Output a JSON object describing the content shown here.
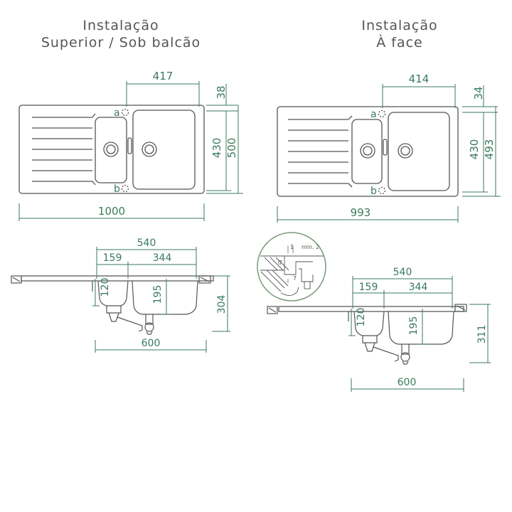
{
  "headings": {
    "left": [
      "Instalação",
      "Superior / Sob balcão"
    ],
    "right": [
      "Instalação",
      "À face"
    ]
  },
  "colors": {
    "dimension": "#3a7a5c",
    "outline": "#555555",
    "callout_border": "#7a9a7a"
  },
  "left_plan": {
    "width": "1000",
    "bowl_width": "417",
    "top_offset": "38",
    "bowl_depth": "430",
    "depth": "500",
    "tap_hole_a": "a",
    "tap_hole_b": "b"
  },
  "right_plan": {
    "width": "993",
    "bowl_width": "414",
    "top_offset": "34",
    "bowl_depth": "430",
    "depth": "493",
    "tap_hole_a": "a",
    "tap_hole_b": "b"
  },
  "left_section": {
    "span": "540",
    "small_bowl": "159",
    "large_bowl": "344",
    "small_depth": "120",
    "large_depth": "195",
    "height": "304",
    "cabinet": "600"
  },
  "right_section": {
    "span": "540",
    "small_bowl": "159",
    "large_bowl": "344",
    "small_depth": "120",
    "large_depth": "195",
    "height": "311",
    "cabinet": "600"
  },
  "detail": {
    "dim_top": "1",
    "min_label": "min. 2",
    "dim_mid": "7",
    "dim_bottom": "7"
  }
}
